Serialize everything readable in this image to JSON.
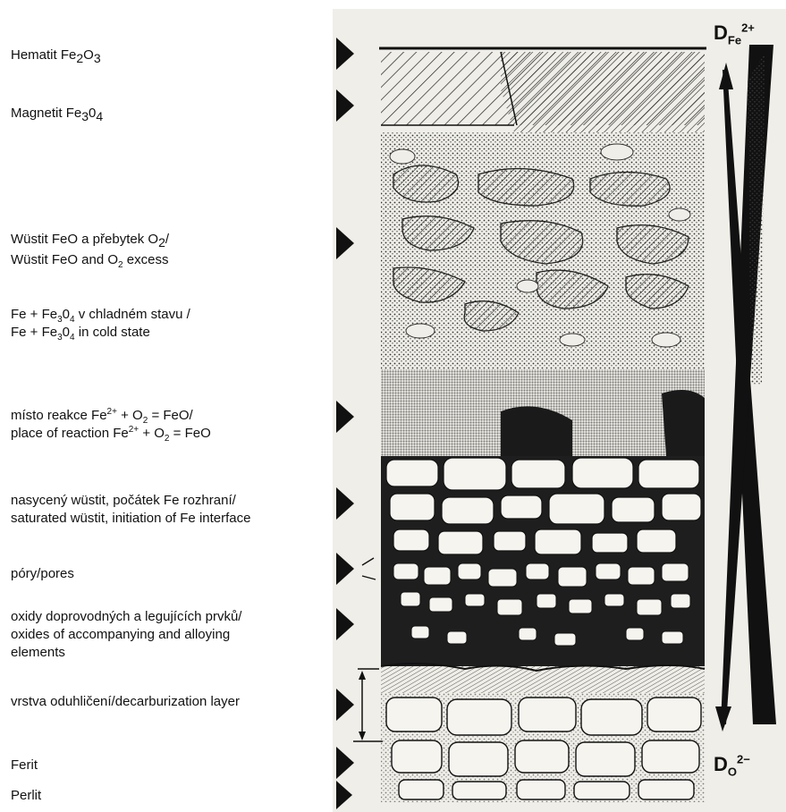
{
  "labels": {
    "hematit": {
      "main": "Hematit Fe",
      "s1": "2",
      "mid": "O",
      "s2": "3"
    },
    "magnetit": {
      "main": "Magnetit Fe",
      "s1": "3",
      "mid": "0",
      "s2": "4"
    },
    "wustit": {
      "l1a": "Wüstit FeO a přebytek O",
      "l1s": "2",
      "l1b": "/",
      "l2a": "Wüstit FeO and O",
      "l2s": "2",
      "l2b": " excess"
    },
    "fe_cold": {
      "l1a": "Fe + Fe",
      "l1s1": "3",
      "l1b": "0",
      "l1s2": "4",
      "l1c": " v chladném stavu /",
      "l2a": "Fe + Fe",
      "l2s1": "3",
      "l2b": "0",
      "l2s2": "4",
      "l2c": " in cold state"
    },
    "reaction": {
      "l1a": "místo reakce Fe",
      "l1sup": "2+",
      "l1b": " + O",
      "l1s": "2",
      "l1c": " = FeO/",
      "l2a": "place of reaction Fe",
      "l2sup": "2+",
      "l2b": " + O",
      "l2s": "2",
      "l2c": " = FeO"
    },
    "saturated": {
      "l1": "nasycený wüstit, počátek Fe rozhraní/",
      "l2": "saturated wüstit, initiation of Fe interface"
    },
    "pores": "póry/pores",
    "oxides": {
      "l1": "oxidy doprovodných a legujících prvků/",
      "l2": "oxides of accompanying and alloying",
      "l3": "elements"
    },
    "decarb": "vrstva oduhličení/decarburization layer",
    "ferit": "Ferit",
    "perlit": "Perlit"
  },
  "diffusion": {
    "top": {
      "d": "D",
      "sub": "Fe",
      "sup": "2+"
    },
    "bottom": {
      "d": "D",
      "sub": "O",
      "sup": "2−"
    }
  }
}
